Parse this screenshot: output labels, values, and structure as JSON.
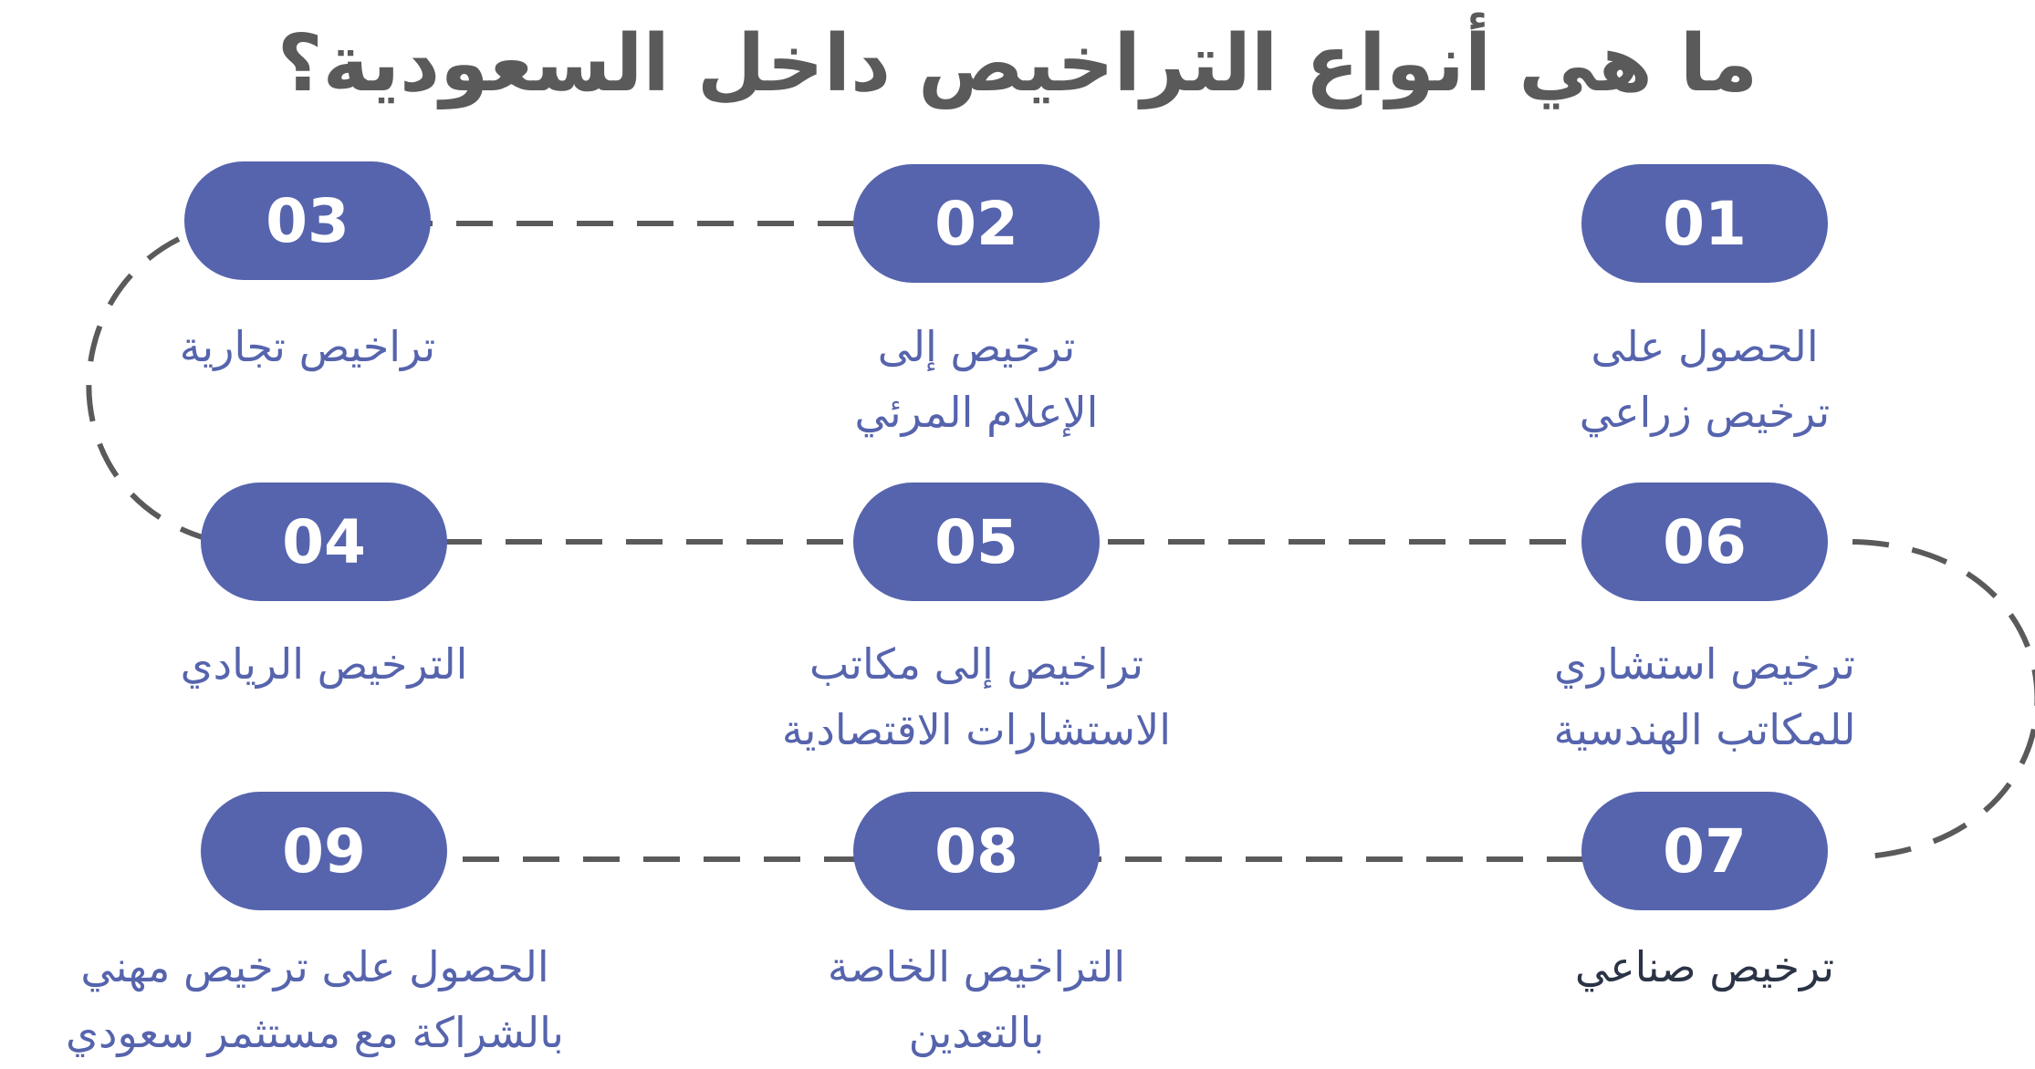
{
  "title": "ما هي أنواع التراخيص داخل السعودية؟",
  "colors": {
    "pill": "#5664ad",
    "label": "#5664ad",
    "label_dark": "#2b3446",
    "dash": "#5a5a5a",
    "title": "#5a5a5a"
  },
  "steps": [
    {
      "number": "01",
      "line1": "الحصول على",
      "line2": "ترخيص زراعي"
    },
    {
      "number": "02",
      "line1": "ترخيص إلى",
      "line2": "الإعلام المرئي"
    },
    {
      "number": "03",
      "line1": "تراخيص تجارية",
      "line2": ""
    },
    {
      "number": "04",
      "line1": "الترخيص الريادي",
      "line2": ""
    },
    {
      "number": "05",
      "line1": "تراخيص إلى مكاتب",
      "line2": "الاستشارات الاقتصادية"
    },
    {
      "number": "06",
      "line1": "ترخيص استشاري",
      "line2": "للمكاتب الهندسية"
    },
    {
      "number": "07",
      "line1": "ترخيص صناعي",
      "line2": ""
    },
    {
      "number": "08",
      "line1": "التراخيص الخاصة",
      "line2": "بالتعدين"
    },
    {
      "number": "09",
      "line1": "الحصول على ترخيص مهني",
      "line2": "بالشراكة مع مستثمر سعودي"
    }
  ]
}
